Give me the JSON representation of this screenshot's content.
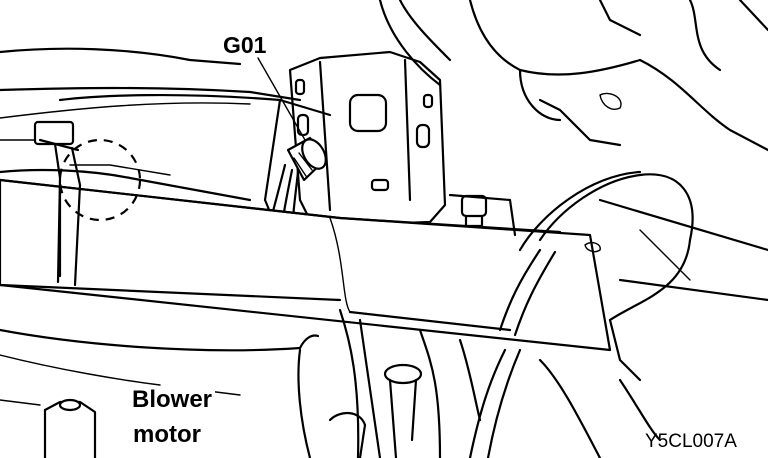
{
  "labels": {
    "ground_point": "G01",
    "component_line1": "Blower",
    "component_line2": "motor",
    "figure_code": "Y5CL007A"
  },
  "colors": {
    "ink": "#000000",
    "paper": "#ffffff"
  }
}
